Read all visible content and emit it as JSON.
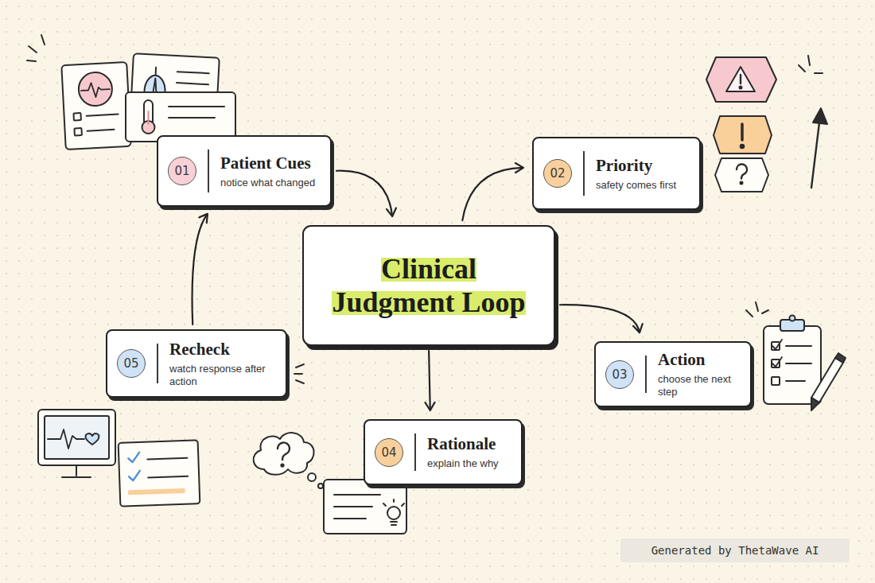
{
  "diagram": {
    "nodes": [
      {
        "text": [
          "Clinical Judgment Loop"
        ]
      },
      {
        "text": [
          "01",
          "Patient Cues",
          "notice what changed"
        ]
      },
      {
        "text": [
          "02",
          "Priority",
          "safety comes first"
        ]
      },
      {
        "text": [
          "03",
          "Action",
          "choose the next step"
        ]
      },
      {
        "text": [
          "04",
          "Rationale",
          "explain the why"
        ]
      },
      {
        "text": [
          "05",
          "Recheck",
          "watch response after action"
        ]
      }
    ],
    "edges": [
      {
        "from": 1,
        "to": 0,
        "arrow": "to"
      },
      {
        "from": 0,
        "to": 2,
        "arrow": "to"
      },
      {
        "from": 0,
        "to": 3,
        "arrow": "to"
      },
      {
        "from": 0,
        "to": 4,
        "arrow": "to"
      },
      {
        "from": 5,
        "to": 1,
        "arrow": "to"
      }
    ],
    "labels": [
      "Generated by ThetaWave AI"
    ]
  }
}
